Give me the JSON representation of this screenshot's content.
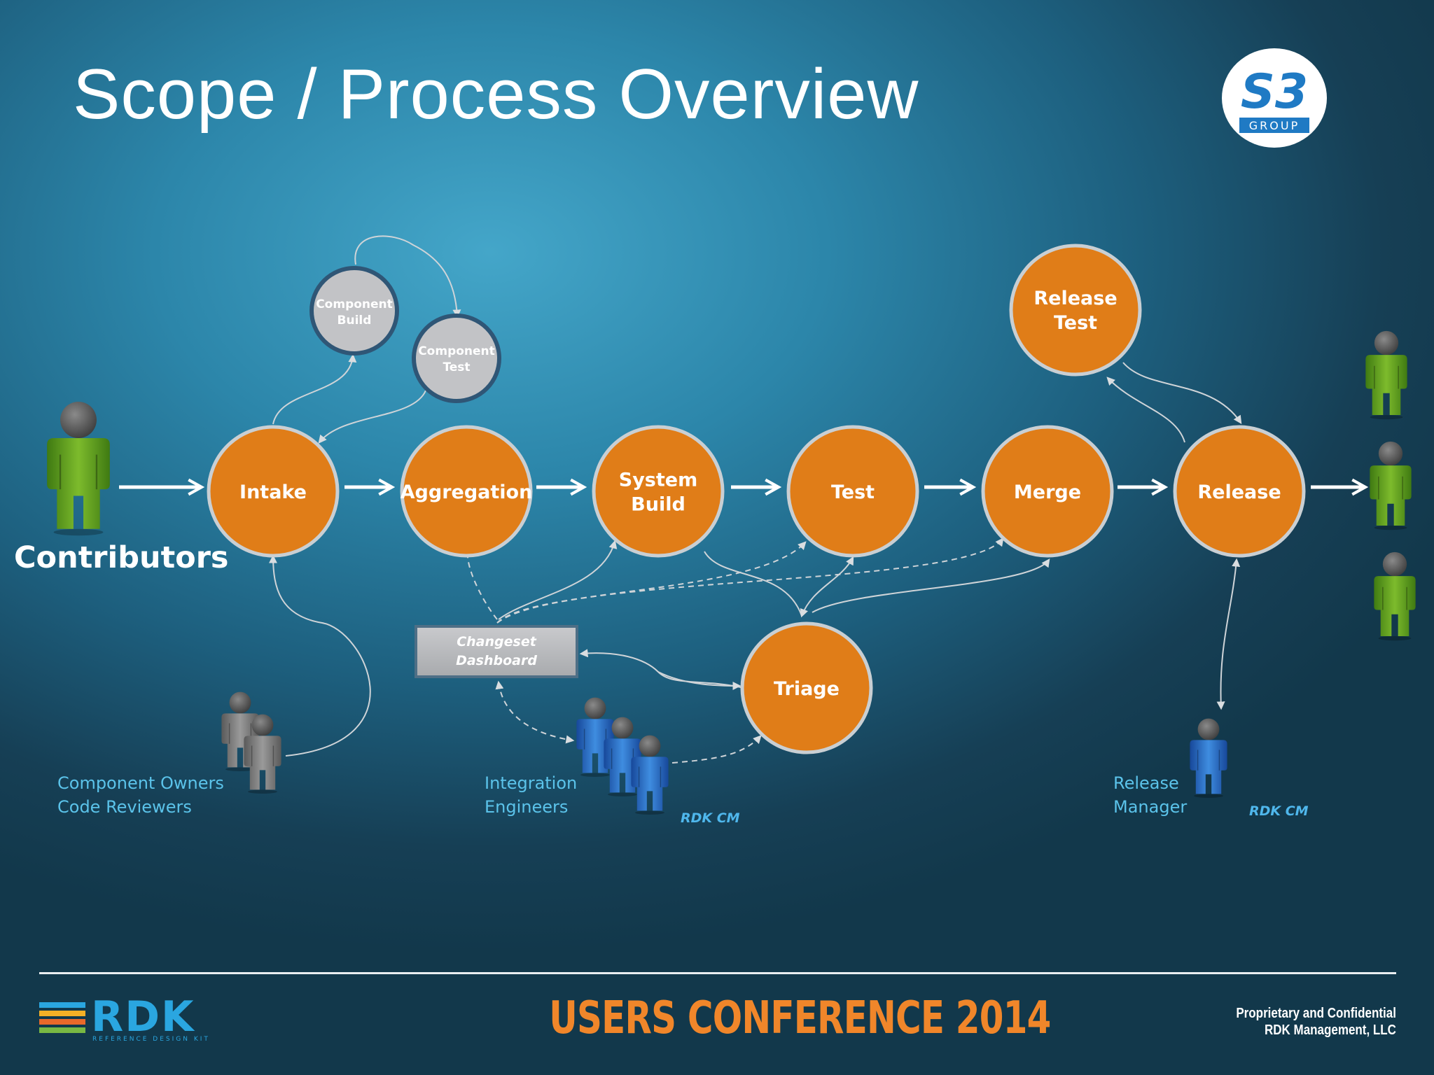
{
  "title": "Scope / Process Overview",
  "main_flow": [
    {
      "id": "intake",
      "lines": [
        "Intake"
      ]
    },
    {
      "id": "aggregation",
      "lines": [
        "Aggregation"
      ]
    },
    {
      "id": "system-build",
      "lines": [
        "System",
        "Build"
      ]
    },
    {
      "id": "test",
      "lines": [
        "Test"
      ]
    },
    {
      "id": "merge",
      "lines": [
        "Merge"
      ]
    },
    {
      "id": "release",
      "lines": [
        "Release"
      ]
    }
  ],
  "side_nodes": {
    "component_build": [
      "Component",
      "Build"
    ],
    "component_test": [
      "Component",
      "Test"
    ],
    "release_test": [
      "Release",
      "Test"
    ],
    "triage": [
      "Triage"
    ]
  },
  "dashboard": {
    "line1": "Changeset",
    "line2": "Dashboard"
  },
  "contributors_label": "Contributors",
  "roles": {
    "component_owners": {
      "line1": "Component Owners",
      "line2": "Code Reviewers"
    },
    "integration": {
      "line1": "Integration",
      "line2": "Engineers",
      "tag": "RDK CM"
    },
    "release_manager": {
      "line1": "Release",
      "line2": "Manager",
      "tag": "RDK CM"
    }
  },
  "logo": {
    "text": "S3",
    "sub": "GROUP"
  },
  "footer": {
    "rdk": "RDK",
    "rdk_sub": "REFERENCE DESIGN KIT",
    "conference": "USERS CONFERENCE 2014",
    "confidential_line1": "Proprietary and Confidential",
    "confidential_line2": "RDK Management, LLC"
  },
  "colors": {
    "node_orange": "#e07d18",
    "node_border": "#c9cfd3",
    "grey_node": "#c2c3c6",
    "grey_node_border": "#2f5676",
    "person_green": "#5f9a1e",
    "person_blue": "#2c73c6",
    "person_grey": "#8c8c8c",
    "accent_blue": "#5bc3ea",
    "conference_orange": "#f0862a"
  }
}
